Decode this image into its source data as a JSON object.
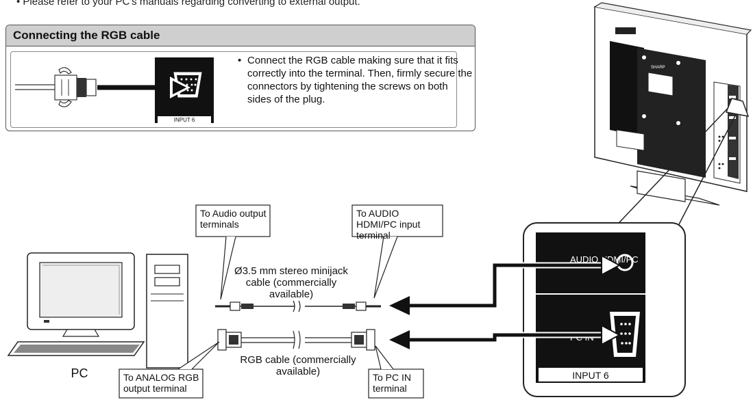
{
  "top_note": "• Please refer to your PC's manuals regarding converting to external output.",
  "rgb_panel": {
    "title": "Connecting the RGB cable",
    "port_label": "INPUT 6",
    "instructions": "Connect the RGB cable making sure that it fits correctly into the terminal. Then, firmly secure the connectors by tightening the screws on both sides of the plug."
  },
  "tv": {
    "brand": "SHARP"
  },
  "callouts": {
    "audio_output": "To Audio output terminals",
    "audio_hdmi_pc": "To AUDIO HDMI/PC input terminal",
    "analog_rgb": "To ANALOG RGB output terminal",
    "pc_in": "To PC IN terminal"
  },
  "cables": {
    "minijack": "Ø3.5 mm stereo minijack cable (commercially available)",
    "rgb": "RGB cable (commercially available)"
  },
  "pc_label": "PC",
  "zoom_panel": {
    "audio_label": "AUDIO HDMI/PC",
    "pc_in_label": "PC IN",
    "input_label": "INPUT 6"
  },
  "colors": {
    "panel_header": "#cfcfcf",
    "zoom_background": "#111111",
    "arrow": "#111111"
  }
}
